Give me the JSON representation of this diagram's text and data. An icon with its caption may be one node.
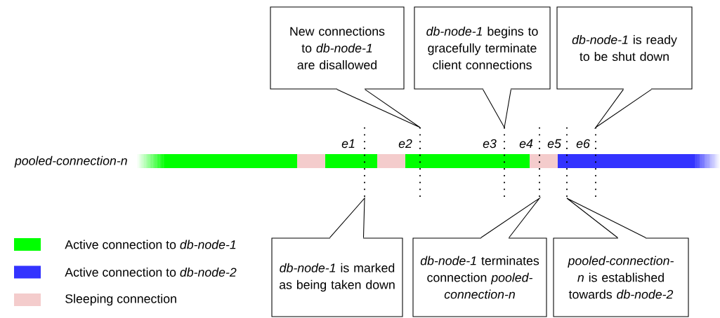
{
  "diagram": {
    "nodes": [
      {
        "text": [
          "New connections to *db-node-1* are disallowed"
        ]
      },
      {
        "text": [
          "*db-node-1* begins to gracefully terminate client connections"
        ]
      },
      {
        "text": [
          "*db-node-1* is ready to be shut down"
        ]
      },
      {
        "text": [
          "*db-node-1* is marked as being taken down"
        ]
      },
      {
        "text": [
          "*db-node-1* terminates connection *pooled-connection-n*"
        ]
      },
      {
        "text": [
          "*pooled-connection-n* is established towards *db-node-2*"
        ]
      },
      {
        "text": [],
        "shape": "line",
        "beside": [
          "e1"
        ]
      },
      {
        "text": [],
        "shape": "line",
        "beside": [
          "e2"
        ]
      },
      {
        "text": [],
        "shape": "line",
        "beside": [
          "e3"
        ]
      },
      {
        "text": [],
        "shape": "line",
        "beside": [
          "e4"
        ]
      },
      {
        "text": [],
        "shape": "line",
        "beside": [
          "e5"
        ]
      },
      {
        "text": [],
        "shape": "line",
        "beside": [
          "e6"
        ]
      }
    ],
    "labels": [
      "pooled-connection-n"
    ],
    "legend": [
      {
        "text": "Active connection to *db-node-1*",
        "color": "#00ff00"
      },
      {
        "text": "Active connection to *db-node-2*",
        "color": "#3333ff"
      },
      {
        "text": "Sleeping connection",
        "color": "#f4cccc"
      }
    ]
  }
}
